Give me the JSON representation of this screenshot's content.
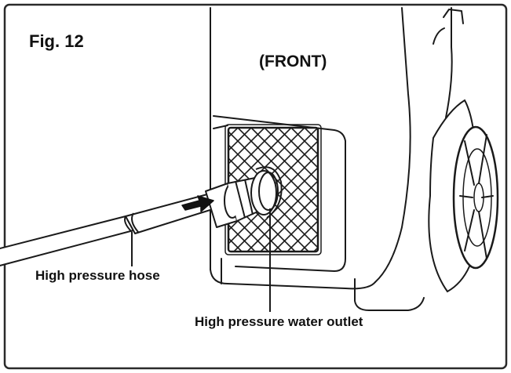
{
  "figure": {
    "title": "Fig. 12",
    "view_label": "(FRONT)",
    "callouts": {
      "hose": "High pressure hose",
      "outlet": "High pressure water outlet"
    },
    "arrow_icon": "arrow-right-icon",
    "colors": {
      "line": "#1a1a1a",
      "background": "#ffffff",
      "border": "#2a2a2a"
    }
  }
}
